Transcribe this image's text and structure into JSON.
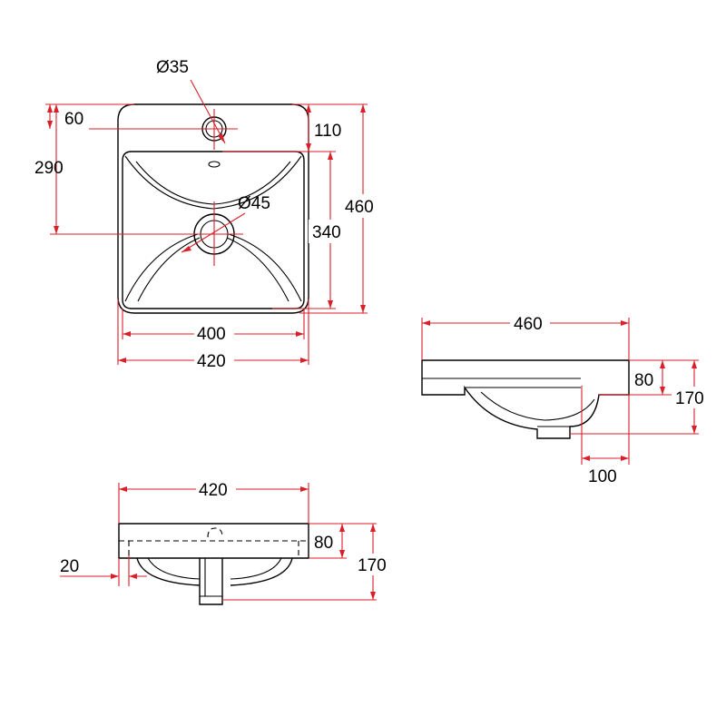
{
  "colors": {
    "outline": "#000000",
    "dimension": "#d9202a",
    "background": "#ffffff"
  },
  "top_view": {
    "tap_hole_diameter": "Ø35",
    "tap_hole_offset": "60",
    "overflow_offset": "110",
    "drain_position": "290",
    "drain_diameter": "Ø45",
    "bowl_length": "340",
    "overall_length": "460",
    "bowl_width": "400",
    "overall_width": "420"
  },
  "side_view": {
    "overall_length": "460",
    "rim_height": "80",
    "overall_height": "170",
    "drain_offset": "100"
  },
  "front_view": {
    "overall_width": "420",
    "rim_height": "80",
    "overall_height": "170",
    "edge_offset": "20"
  }
}
